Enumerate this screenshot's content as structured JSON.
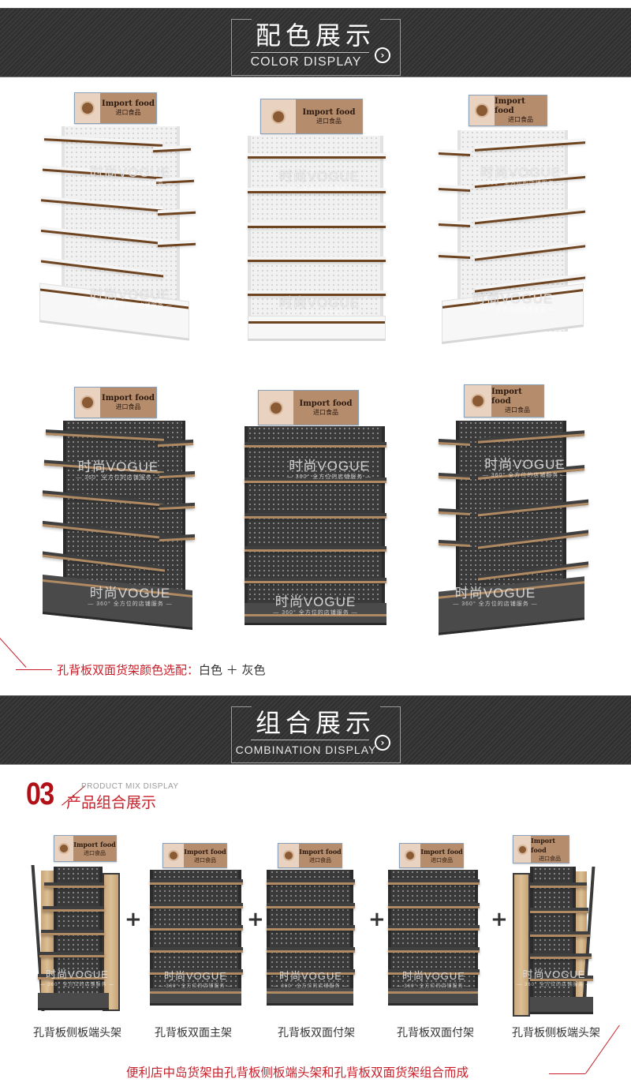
{
  "color_section": {
    "banner": {
      "title_cn": "配色展示",
      "title_en": "COLOR DISPLAY",
      "arrow_icon": "circle-arrow-right-icon"
    },
    "shelf_sign": {
      "title_en": "Import food",
      "title_cn": "进口食品"
    },
    "watermark": {
      "brand": "时尚VOGUE",
      "tagline": "— 360° 全方位的店铺服务 —"
    },
    "white_units": [
      {
        "view": "left-angle",
        "color": "white"
      },
      {
        "view": "front",
        "color": "white"
      },
      {
        "view": "right-angle",
        "color": "white"
      }
    ],
    "gray_units": [
      {
        "view": "left-angle",
        "color": "gray"
      },
      {
        "view": "front",
        "color": "gray"
      },
      {
        "view": "right-angle",
        "color": "gray"
      }
    ],
    "caption_red": "孔背板双面货架颜色选配：",
    "caption_options": "白色 ＋ 灰色"
  },
  "combination_section": {
    "banner": {
      "title_cn": "组合展示",
      "title_en": "COMBINATION DISPLAY",
      "arrow_icon": "circle-arrow-right-icon"
    },
    "heading": {
      "number": "03",
      "subtitle_en": "PRODUCT MIX DISPLAY",
      "title_cn": "产品组合展示"
    },
    "plus_symbol": "+",
    "units": [
      {
        "label": "孔背板侧板端头架"
      },
      {
        "label": "孔背板双面主架"
      },
      {
        "label": "孔背板双面付架"
      },
      {
        "label": "孔背板双面付架"
      },
      {
        "label": "孔背板侧板端头架"
      }
    ],
    "footer_caption": "便利店中岛货架由孔背板侧板端头架和孔背板双面货架组合而成"
  },
  "colors": {
    "banner_bg": "#333333",
    "accent_red": "#c8202a",
    "heading_red": "#b01016",
    "white_shelf": "#f1f1f1",
    "gray_shelf": "#3a3a3a",
    "wood_trim": "#b08a62",
    "sign_brown": "#b58c6c"
  }
}
